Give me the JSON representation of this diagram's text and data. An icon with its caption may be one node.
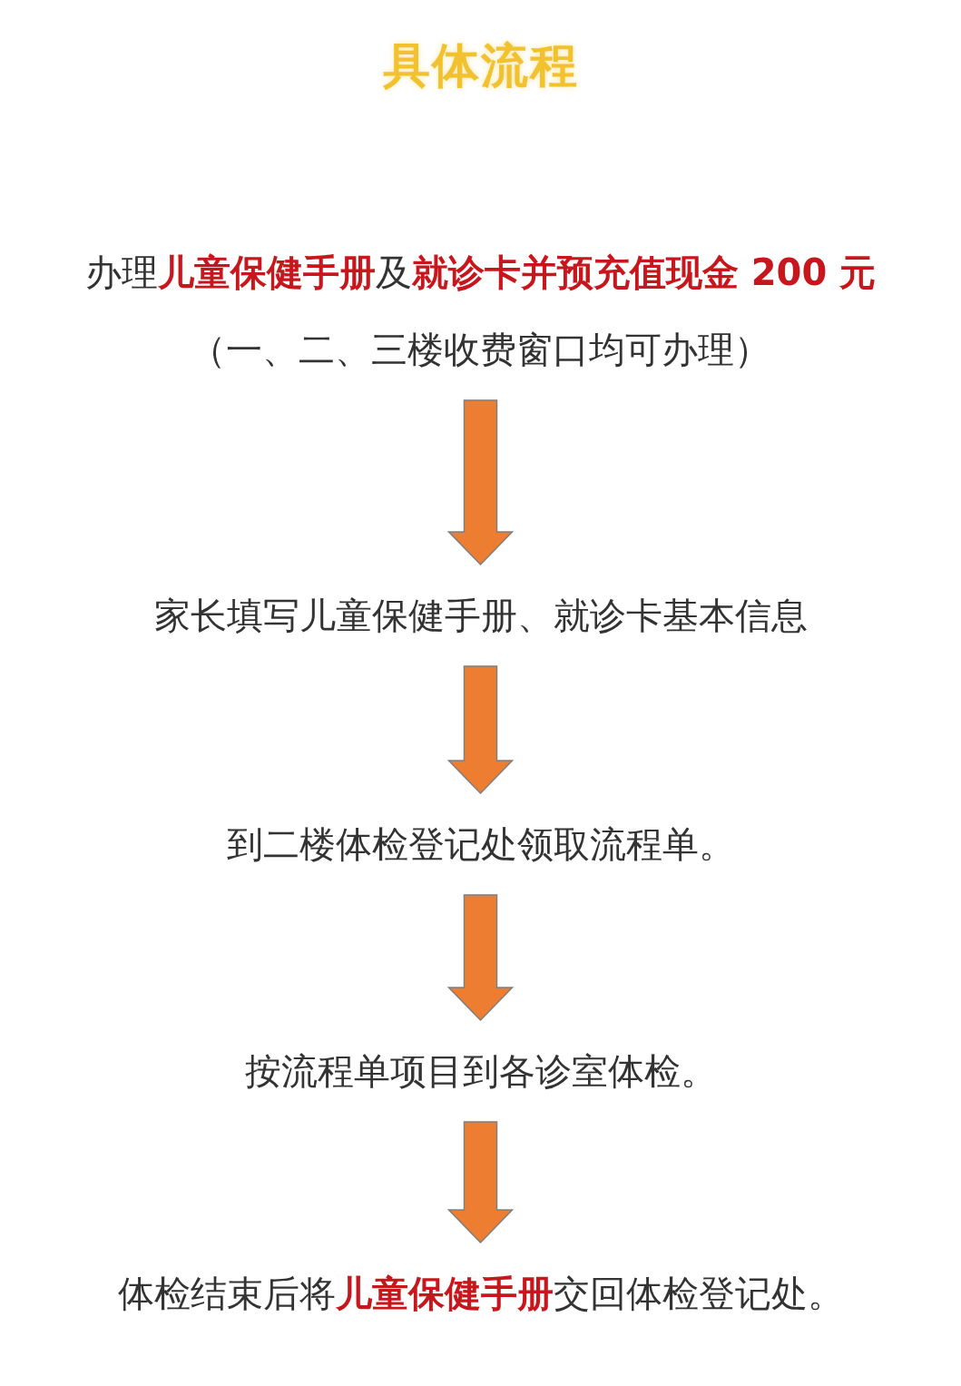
{
  "diagram": {
    "title": "具体流程",
    "nodes": [
      {
        "text": [
          "办理**儿童保健手册**及**就诊卡并预充值现金 200 元**",
          "（一、二、三楼收费窗口均可办理）"
        ]
      },
      {
        "text": [
          "家长填写儿童保健手册、就诊卡基本信息"
        ]
      },
      {
        "text": [
          "到二楼体检登记处领取流程单。"
        ]
      },
      {
        "text": [
          "按流程单项目到各诊室体检。"
        ]
      },
      {
        "text": [
          "体检结束后将**儿童保健手册**交回体检登记处。"
        ]
      }
    ],
    "edges": [
      {
        "from": 0,
        "to": 1,
        "arrow": "to"
      },
      {
        "from": 1,
        "to": 2,
        "arrow": "to"
      },
      {
        "from": 2,
        "to": 3,
        "arrow": "to"
      },
      {
        "from": 3,
        "to": 4,
        "arrow": "to"
      }
    ]
  }
}
